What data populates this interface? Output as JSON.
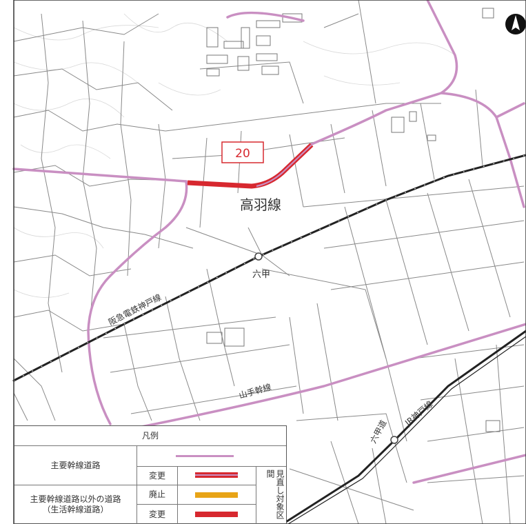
{
  "map": {
    "route_number": "20",
    "route_name": "高羽線",
    "station_name": "六甲",
    "rail_hankyu": "阪急電鉄神戸線",
    "rail_jr": "JR神戸線",
    "road_yamate": "山手幹線",
    "road_rokkosan": "六甲道",
    "colors": {
      "main_trunk_road": "#c98fc2",
      "changed_route": "#d7282f",
      "abolished_route": "#e8a417",
      "railway": "#222222",
      "street": "#888888"
    }
  },
  "legend": {
    "title": "凡例",
    "main_trunk_label": "主要幹線道路",
    "other_road_label": "主要幹線道路以外の道路",
    "other_road_sub": "（生活幹線道路）",
    "change_label": "変更",
    "abolish_label": "廃止",
    "change_label_2": "変更",
    "review_section": "見直し対象区間"
  }
}
